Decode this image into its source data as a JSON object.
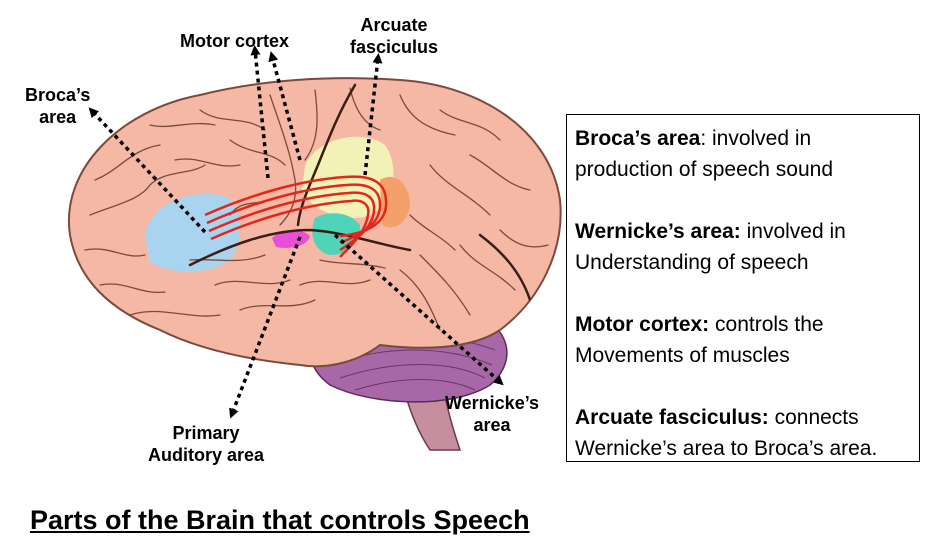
{
  "labels": {
    "motor_cortex": "Motor cortex",
    "arcuate_line1": "Arcuate",
    "arcuate_line2": "fasciculus",
    "broca_line1": "Broca’s",
    "broca_line2": "area",
    "wernicke_line1": "Wernicke’s",
    "wernicke_line2": "area",
    "auditory_line1": "Primary",
    "auditory_line2": "Auditory area"
  },
  "info": [
    {
      "term": "Broca’s area",
      "sep": ":",
      "desc_line1": " involved in",
      "desc_line2": "production of speech sound"
    },
    {
      "term": "Wernicke’s area:",
      "sep": "",
      "desc_line1": " involved in",
      "desc_line2": "Understanding of speech"
    },
    {
      "term": "Motor cortex:",
      "sep": "",
      "desc_line1": " controls the",
      "desc_line2": "Movements of muscles"
    },
    {
      "term": "Arcuate fasciculus:",
      "sep": "",
      "desc_line1": " connects",
      "desc_line2": "Wernicke’s area to Broca’s area."
    }
  ],
  "title": "Parts of the Brain that controls Speech",
  "colors": {
    "brain": "#f4b8a4",
    "gyri_lines": "#7a4a3c",
    "broca_region": "#a9d4ef",
    "motor_region": "#f3f2b6",
    "wernicke_region": "#4fd3b9",
    "auditory_region": "#e84fd6",
    "orange_region": "#f3a06a",
    "cerebellum": "#a868a8",
    "arcuate_fibers": "#e3261b"
  },
  "icons": [
    "brain-illustration",
    "dotted-arrow"
  ]
}
